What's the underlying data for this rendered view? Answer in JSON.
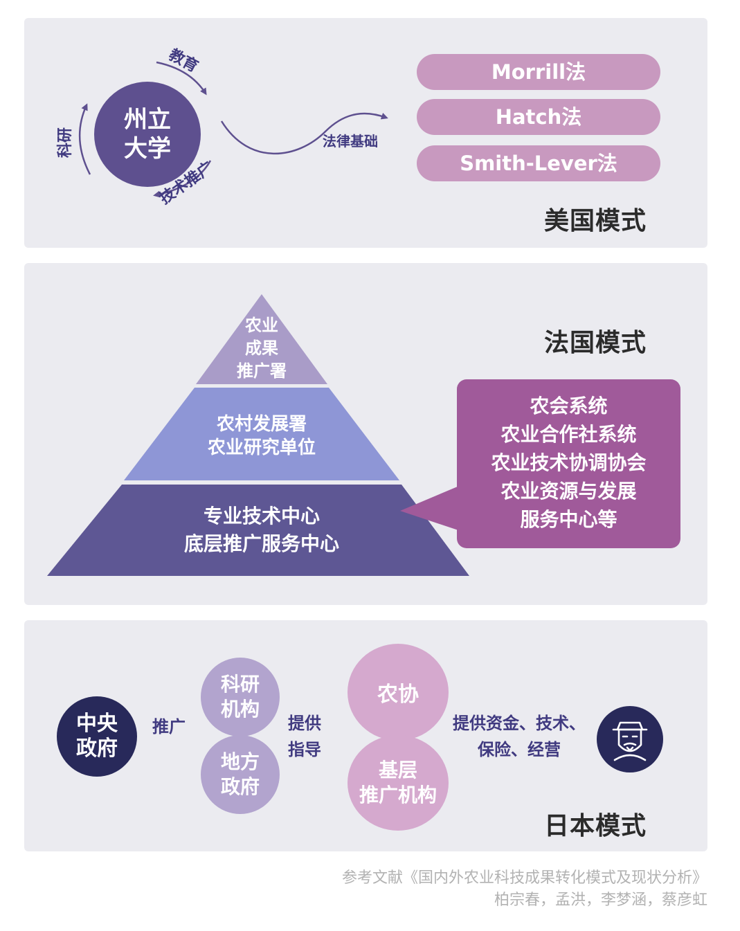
{
  "us": {
    "title": "美国模式",
    "center": [
      "州立",
      "大学"
    ],
    "cycle_labels": {
      "education": "教育",
      "research": "科研",
      "extension": "技术推广"
    },
    "link_label": "法律基础",
    "laws": [
      "Morrill法",
      "Hatch法",
      "Smith-Lever法"
    ]
  },
  "fr": {
    "title": "法国模式",
    "pyramid": {
      "top": [
        "农业",
        "成果",
        "推广署"
      ],
      "middle": [
        "农村发展署",
        "农业研究单位"
      ],
      "bottom": [
        "专业技术中心",
        "底层推广服务中心"
      ]
    },
    "callout": [
      "农会系统",
      "农业合作社系统",
      "农业技术协调协会",
      "农业资源与发展",
      "服务中心等"
    ]
  },
  "jp": {
    "title": "日本模式",
    "central": [
      "中央",
      "政府"
    ],
    "label_promote": "推广",
    "research_org": [
      "科研",
      "机构"
    ],
    "local_gov": [
      "地方",
      "政府"
    ],
    "label_guide": [
      "提供",
      "指导"
    ],
    "nokyo": "农协",
    "grassroots": [
      "基层",
      "推广机构"
    ],
    "label_services": [
      "提供资金、技术、",
      "保险、经营"
    ],
    "farmer_icon": "farmer-icon"
  },
  "source": {
    "line1": "参考文献《国内外农业科技成果转化模式及现状分析》",
    "line2": "柏宗春，孟洪，李梦涵，蔡彦虹"
  },
  "colors": {
    "panel": "#ebebf0",
    "deep_purple": "#5e508f",
    "navy": "#28295a",
    "pink_pill": "#c899bf",
    "magenta": "#a05a9a",
    "pyramid_top": "#a99cc8",
    "pyramid_mid": "#8e96d6",
    "pyramid_bottom": "#5e5794"
  }
}
